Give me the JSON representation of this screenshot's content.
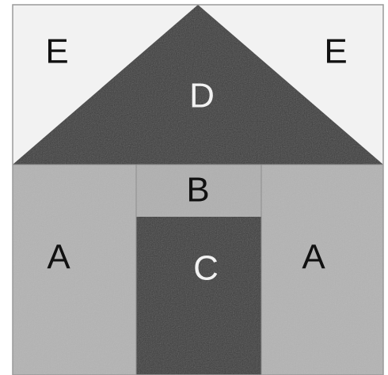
{
  "diagram": {
    "pieces": {
      "E_left": {
        "label": "E"
      },
      "E_right": {
        "label": "E"
      },
      "D": {
        "label": "D"
      },
      "B": {
        "label": "B"
      },
      "A_left": {
        "label": "A"
      },
      "A_right": {
        "label": "A"
      },
      "C": {
        "label": "C"
      }
    },
    "colors": {
      "background_light": "#f2f2f2",
      "roof_dark": "#3b3b3b",
      "wall_light_gray": "#b4b4b4",
      "door_dark": "#3a3a3a",
      "frame_line": "#9a9a9a"
    }
  }
}
